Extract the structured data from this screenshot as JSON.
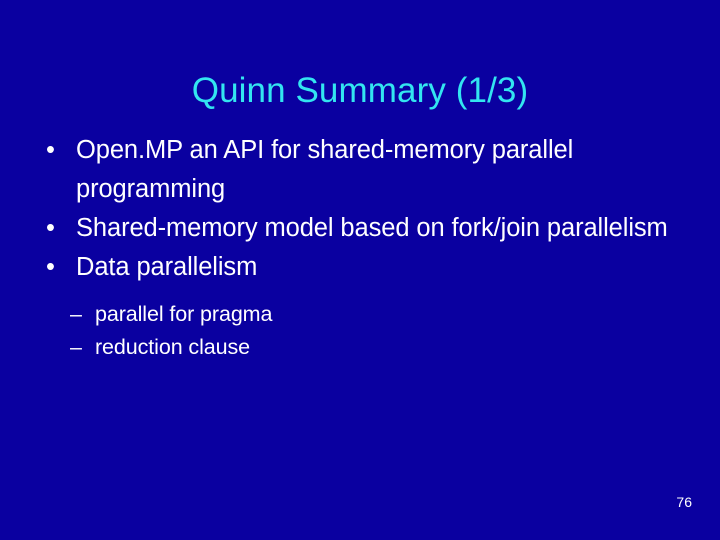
{
  "slide": {
    "background_color": "#0a00a0",
    "title": {
      "text": "Quinn Summary (1/3)",
      "color": "#33e5f0"
    },
    "body": {
      "text_color": "#ffffff",
      "bullets": [
        {
          "marker": "•",
          "text": "Open.MP an API for shared-memory parallel programming",
          "sub_bullets": []
        },
        {
          "marker": "•",
          "text": "Shared-memory model based on fork/join parallelism",
          "sub_bullets": []
        },
        {
          "marker": "•",
          "text": "Data parallelism",
          "sub_bullets": [
            {
              "marker": "–",
              "text": "parallel for pragma"
            },
            {
              "marker": "–",
              "text": "reduction clause"
            }
          ]
        }
      ]
    },
    "page_number": "76"
  }
}
